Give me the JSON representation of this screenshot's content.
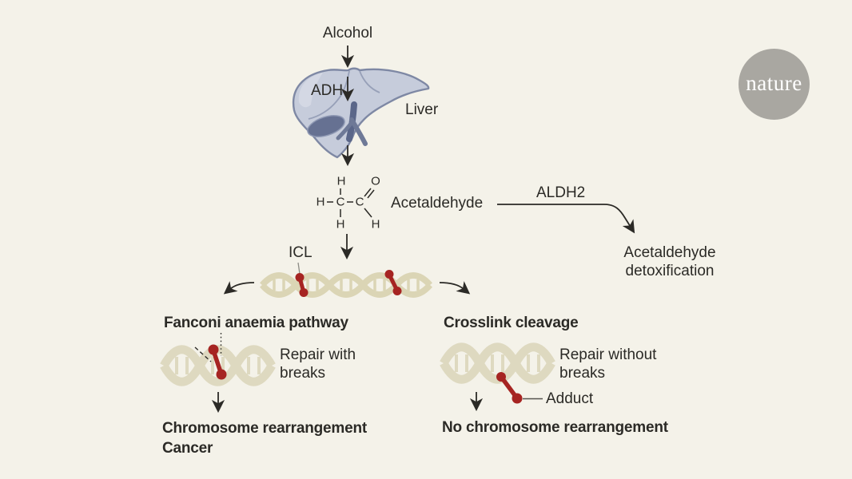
{
  "figure": {
    "background_color": "#f4f2e9",
    "text_color": "#2b2a26",
    "accent_red": "#a62422",
    "dna_color": "#dbd5b5",
    "liver_color": "#c6ccdb",
    "logo_circle_color": "#a9a7a1"
  },
  "top_flow": {
    "alcohol_label": "Alcohol",
    "adh_label": "ADH",
    "liver_label": "Liver"
  },
  "molecule": {
    "name": "Acetaldehyde",
    "atoms": {
      "top_h": "H",
      "o": "O",
      "left_h": "H",
      "c1": "C",
      "c2": "C",
      "bottom_h_left": "H",
      "bottom_h_right": "H"
    }
  },
  "detox_branch": {
    "enzyme_label": "ALDH2",
    "result_label": "Acetaldehyde detoxification"
  },
  "dna_section": {
    "icl_label": "ICL"
  },
  "left_branch": {
    "heading": "Fanconi anaemia pathway",
    "repair_label": "Repair with breaks",
    "outcome_line1": "Chromosome rearrangement",
    "outcome_line2": "Cancer"
  },
  "right_branch": {
    "heading": "Crosslink cleavage",
    "repair_label": "Repair without breaks",
    "adduct_label": "Adduct",
    "outcome": "No chromosome rearrangement"
  },
  "branding": {
    "logo_text": "nature"
  }
}
